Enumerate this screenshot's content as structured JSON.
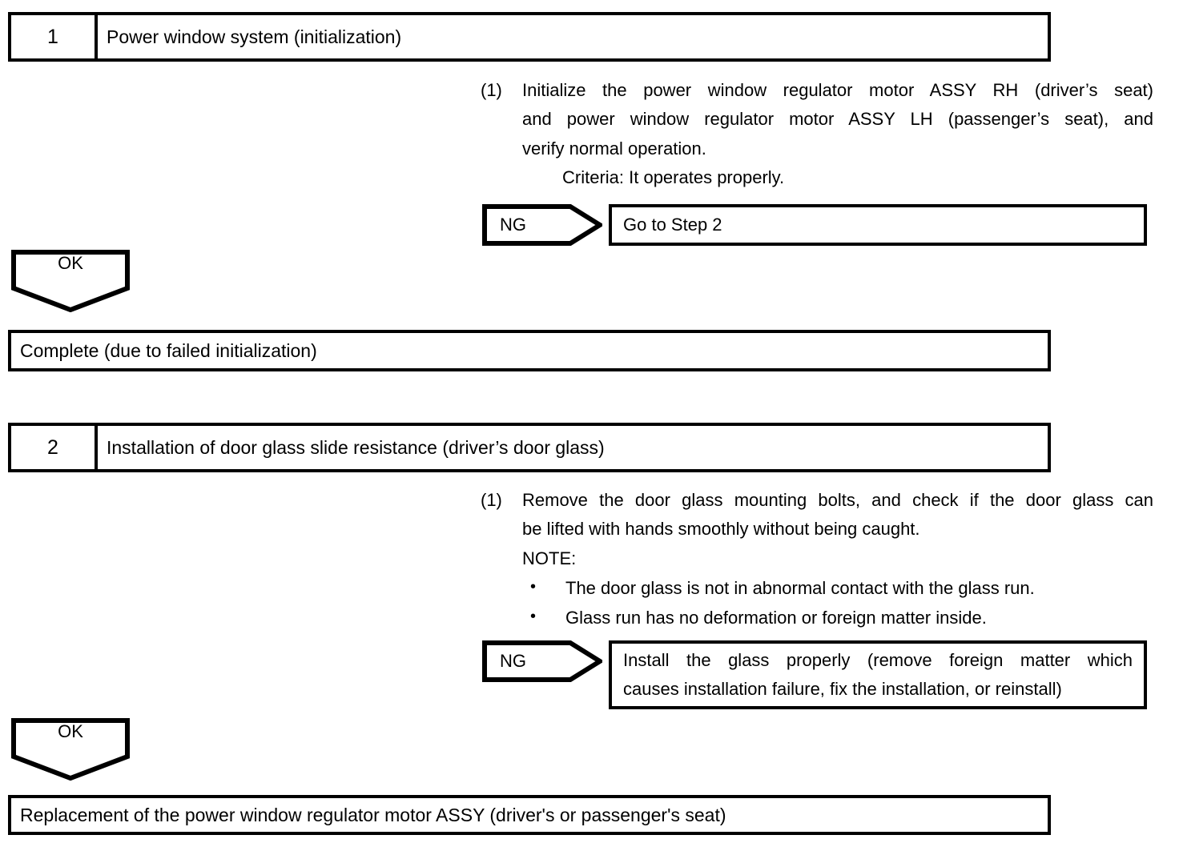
{
  "document": {
    "title": "Power window system diagnostic flowchart",
    "line_color": "#000000",
    "background_color": "#ffffff"
  },
  "steps": [
    {
      "number": "1",
      "title": "Power window system (initialization)",
      "instruction": {
        "marker": "(1)",
        "lines": [
          "Initialize the power window regulator motor ASSY RH (driver’s seat)",
          "and power window regulator motor ASSY LH (passenger’s seat), and",
          "verify normal operation."
        ],
        "criteria": "Criteria:  It operates properly."
      },
      "ng_branch": {
        "tag": "NG",
        "result_lines": [
          "Go to Step 2"
        ]
      },
      "ok_branch": {
        "tag": "OK",
        "result_lines": [
          "Complete (due to failed initialization)"
        ]
      }
    },
    {
      "number": "2",
      "title": "Installation of door glass slide resistance (driver’s door glass)",
      "instruction": {
        "marker": "(1)",
        "lines": [
          "Remove the door glass mounting bolts, and check if the door glass can",
          "be lifted with hands smoothly without being caught."
        ],
        "note_heading": "NOTE:",
        "bullets": [
          "The door glass is not in abnormal contact with the glass run.",
          "Glass run has no deformation or foreign matter inside."
        ]
      },
      "ng_branch": {
        "tag": "NG",
        "result_lines": [
          "Install the glass properly (remove foreign matter which",
          "causes installation failure, fix the installation, or reinstall)"
        ]
      },
      "ok_branch": {
        "tag": "OK",
        "result_lines": [
          "Replacement of the power window regulator motor ASSY (driver's or passenger's seat)"
        ]
      }
    }
  ],
  "bullet_glyph": "•"
}
